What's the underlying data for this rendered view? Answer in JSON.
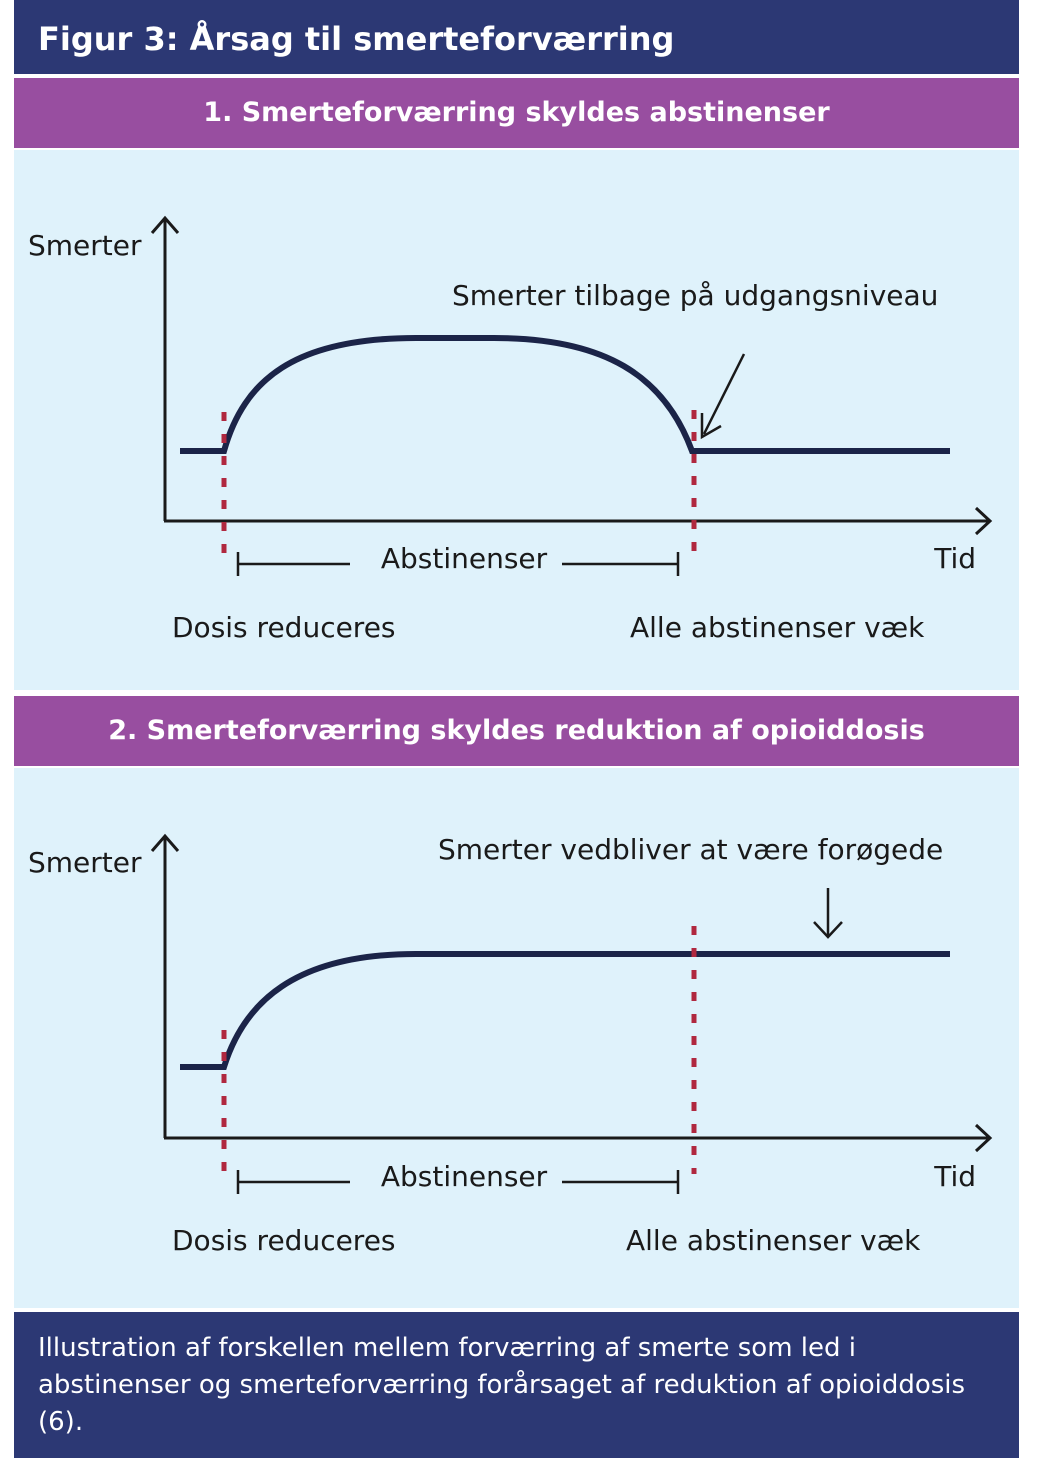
{
  "figure": {
    "title": "Figur 3: Årsag til smerteforværring",
    "caption": "Illustration af forskellen mellem forværring af smerte som led i abstinenser og smerteforværring forårsaget af reduktion af opioiddosis (6)."
  },
  "panels": [
    {
      "header": "1. Smerteforværring skyldes abstinenser",
      "y_label": "Smerter",
      "x_label": "Tid",
      "annotation": "Smerter tilbage på udgangsniveau",
      "interval_label": "Abstinenser",
      "start_label": "Dosis reduceres",
      "end_label": "Alle abstinenser væk",
      "curve": "returns-to-baseline"
    },
    {
      "header": "2. Smerteforværring skyldes reduktion af opioiddosis",
      "y_label": "Smerter",
      "x_label": "Tid",
      "annotation": "Smerter vedbliver at være forøgede",
      "interval_label": "Abstinenser",
      "start_label": "Dosis reduceres",
      "end_label": "Alle abstinenser væk",
      "curve": "stays-elevated"
    }
  ],
  "colors": {
    "title_bg": "#2c3874",
    "header_bg": "#984ea0",
    "panel_bg": "#dff2fb",
    "curve": "#1b2448",
    "marker": "#b0283f"
  }
}
